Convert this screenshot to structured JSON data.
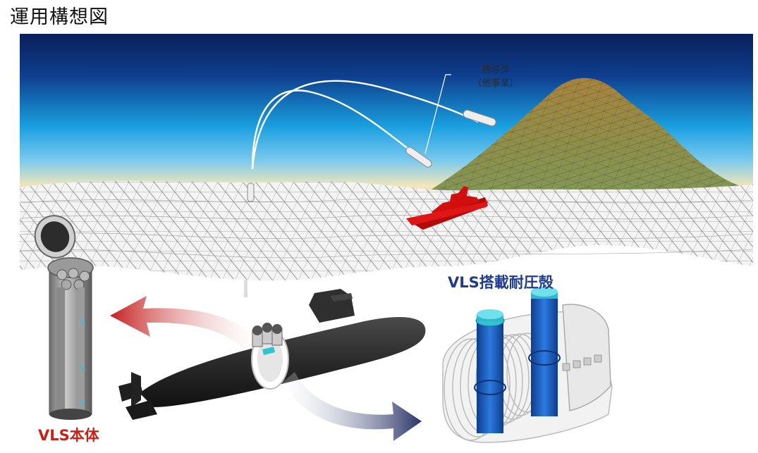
{
  "title": "運用構想図",
  "labels": {
    "missile_line1": "誘導弾",
    "missile_line2": "（他事業）",
    "vls_shell": "VLS搭載耐圧殻",
    "vls_body": "VLS本体"
  },
  "colors": {
    "sky_top": "#0b1f5c",
    "sky_mid": "#1aa0e0",
    "sky_horizon": "#f2e6b8",
    "ship": "#d10f0f",
    "submarine": "#2a2a2a",
    "arrow_red": "#c41f1f",
    "arrow_navy": "#2a3466",
    "vls_tube_blue": "#1d5fc4",
    "vls_tube_cyan": "#32c2d4",
    "vls_body_label": "#c4231b",
    "vls_shell_label": "#1f3c8a"
  }
}
